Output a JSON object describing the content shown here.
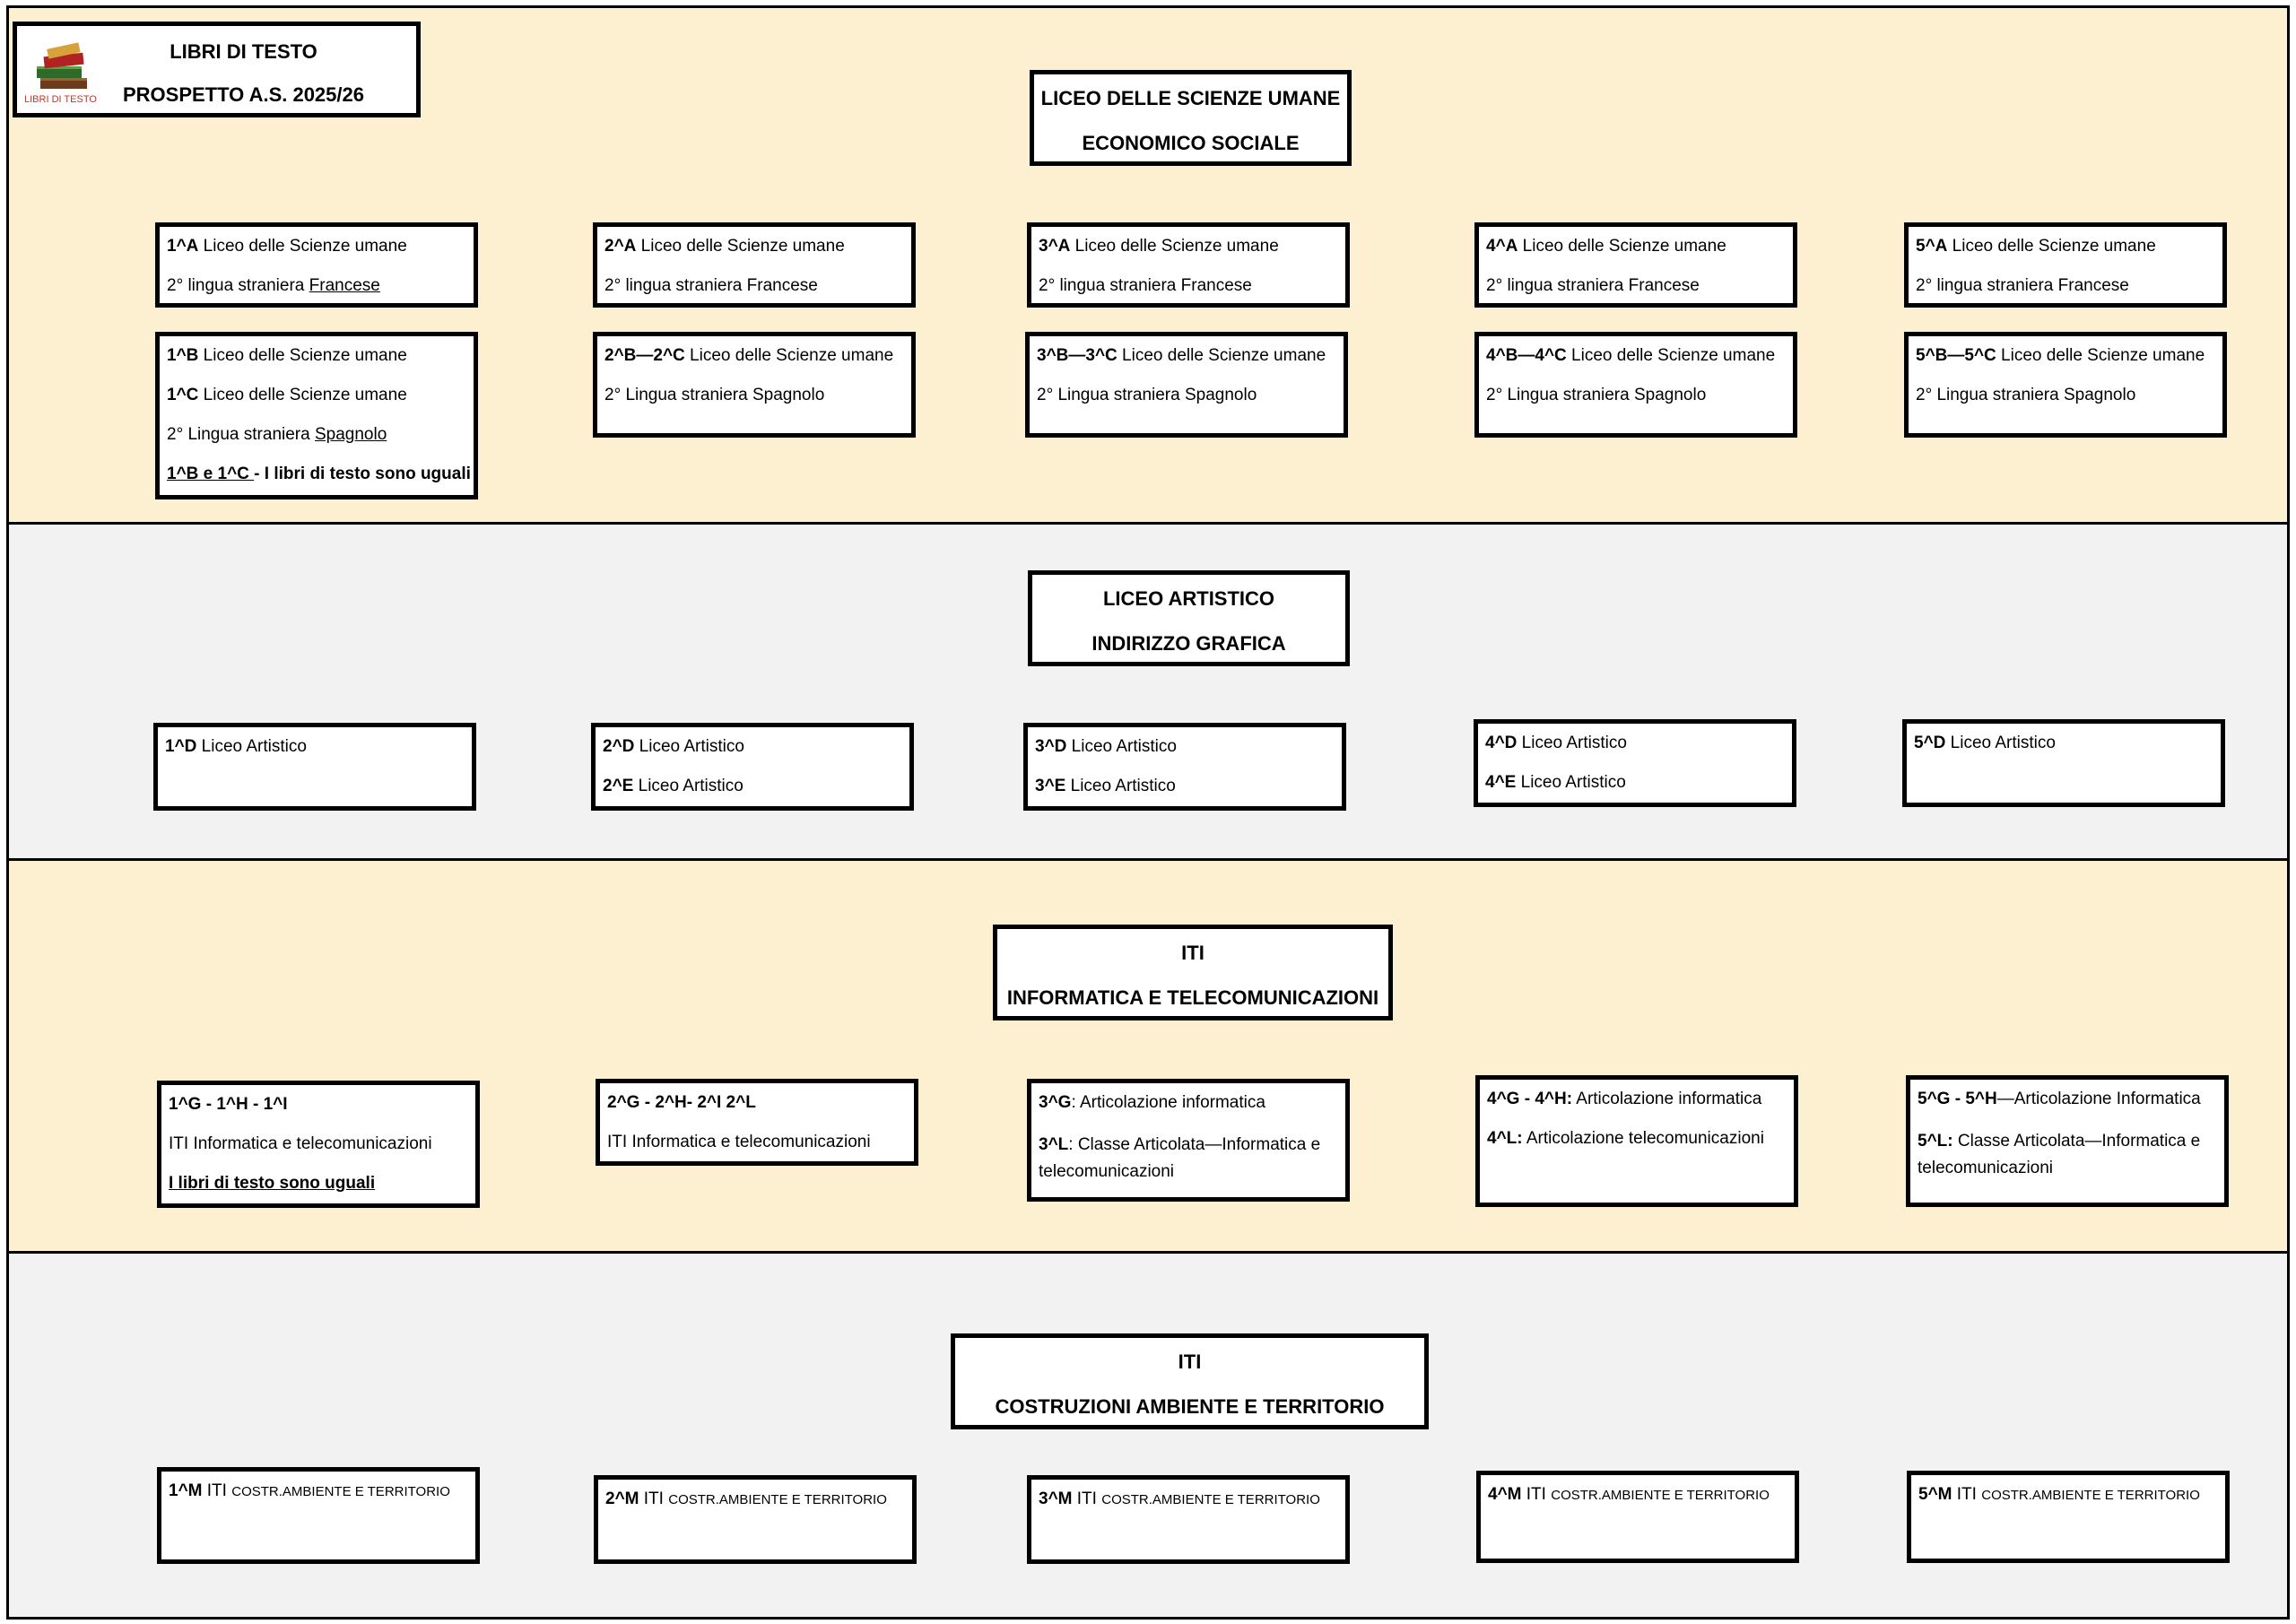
{
  "header": {
    "line1": "LIBRI DI TESTO",
    "line2": "PROSPETTO A.S. 2025/26",
    "logo_caption": "LIBRI DI TESTO"
  },
  "sections": [
    {
      "title1": "LICEO DELLE SCIENZE UMANE",
      "title2": "ECONOMICO SOCIALE",
      "row1": [
        {
          "code": "1^A",
          "l1": " Liceo delle Scienze umane",
          "l2a": "2° lingua straniera ",
          "l2b": "Francese"
        },
        {
          "code": "2^A",
          "l1": " Liceo delle Scienze umane",
          "l2": "2° lingua straniera Francese"
        },
        {
          "code": "3^A",
          "l1": " Liceo delle Scienze umane",
          "l2": "2° lingua straniera Francese"
        },
        {
          "code": "4^A",
          "l1": " Liceo delle Scienze umane",
          "l2": "2° lingua straniera Francese"
        },
        {
          "code": "5^A",
          "l1": " Liceo delle Scienze umane",
          "l2": "2° lingua straniera Francese"
        }
      ],
      "first_b": {
        "code1": "1^B",
        "t1": " Liceo delle Scienze umane",
        "code2": "1^C",
        "t2": " Liceo delle Scienze umane",
        "l3a": "2° Lingua straniera ",
        "l3b": "Spagnolo",
        "l4a": "1^B e 1^C ",
        "l4b": "- I libri di testo sono uguali"
      },
      "row2": [
        {
          "code": "2^B—2^C",
          "l1": " Liceo delle Scienze umane",
          "l2": " 2° Lingua straniera Spagnolo"
        },
        {
          "code": "3^B—3^C",
          "l1": " Liceo delle Scienze umane",
          "l2": " 2° Lingua straniera Spagnolo"
        },
        {
          "code": "4^B—4^C",
          "l1": " Liceo delle Scienze umane",
          "l2": " 2° Lingua straniera Spagnolo"
        },
        {
          "code": "5^B—5^C",
          "l1": " Liceo delle Scienze umane",
          "l2": " 2° Lingua straniera Spagnolo"
        }
      ]
    },
    {
      "title1": "LICEO ARTISTICO",
      "title2": "INDIRIZZO GRAFICA",
      "boxes": [
        {
          "c1": "1^D",
          "t1": " Liceo Artistico"
        },
        {
          "c1": "2^D",
          "t1": " Liceo Artistico",
          "c2": "2^E",
          "t2": " Liceo Artistico"
        },
        {
          "c1": "3^D",
          "t1": " Liceo Artistico",
          "c2": "3^E",
          "t2": " Liceo Artistico"
        },
        {
          "c1": "4^D",
          "t1": " Liceo Artistico",
          "c2": "4^E",
          "t2": " Liceo Artistico"
        },
        {
          "c1": "5^D",
          "t1": " Liceo Artistico"
        }
      ]
    },
    {
      "title1": "ITI",
      "title2": "INFORMATICA E TELECOMUNICAZIONI",
      "boxes": [
        {
          "c1": "1^G  - 1^H - 1^I",
          "l2": "ITI Informatica e  telecomunicazioni",
          "l3": "I libri di testo sono uguali"
        },
        {
          "c1": "2^G  - 2^H- 2^I  2^L",
          "l2": "ITI Informatica e  telecomunicazioni"
        },
        {
          "c1": "3^G",
          "t1": ": Articolazione informatica",
          "c2": "3^L",
          "t2": ": Classe Articolata—Informatica e telecomunicazioni"
        },
        {
          "c1": "4^G  - 4^H:",
          "t1": " Articolazione informatica",
          "c2": "4^L:",
          "t2": " Articolazione  telecomunicazioni"
        },
        {
          "c1": "5^G - 5^H",
          "t1": "—Articolazione Informatica",
          "c2": "5^L:",
          "t2": " Classe Articolata—Informatica e telecomunicazioni"
        }
      ]
    },
    {
      "title1": "ITI",
      "title2": "COSTRUZIONI AMBIENTE E TERRITORIO",
      "boxes": [
        {
          "c1": "1^M",
          "t1": " ITI ",
          "t2": "COSTR.AMBIENTE E TERRITORIO"
        },
        {
          "c1": "2^M",
          "t1": " ITI ",
          "t2": "COSTR.AMBIENTE E TERRITORIO"
        },
        {
          "c1": "3^M",
          "t1": " ITI ",
          "t2": "COSTR.AMBIENTE E TERRITORIO"
        },
        {
          "c1": "4^M",
          "t1": " ITI ",
          "t2": "COSTR.AMBIENTE E TERRITORIO"
        },
        {
          "c1": "5^M",
          "t1": " ITI ",
          "t2": "COSTR.AMBIENTE E TERRITORIO"
        }
      ]
    }
  ]
}
